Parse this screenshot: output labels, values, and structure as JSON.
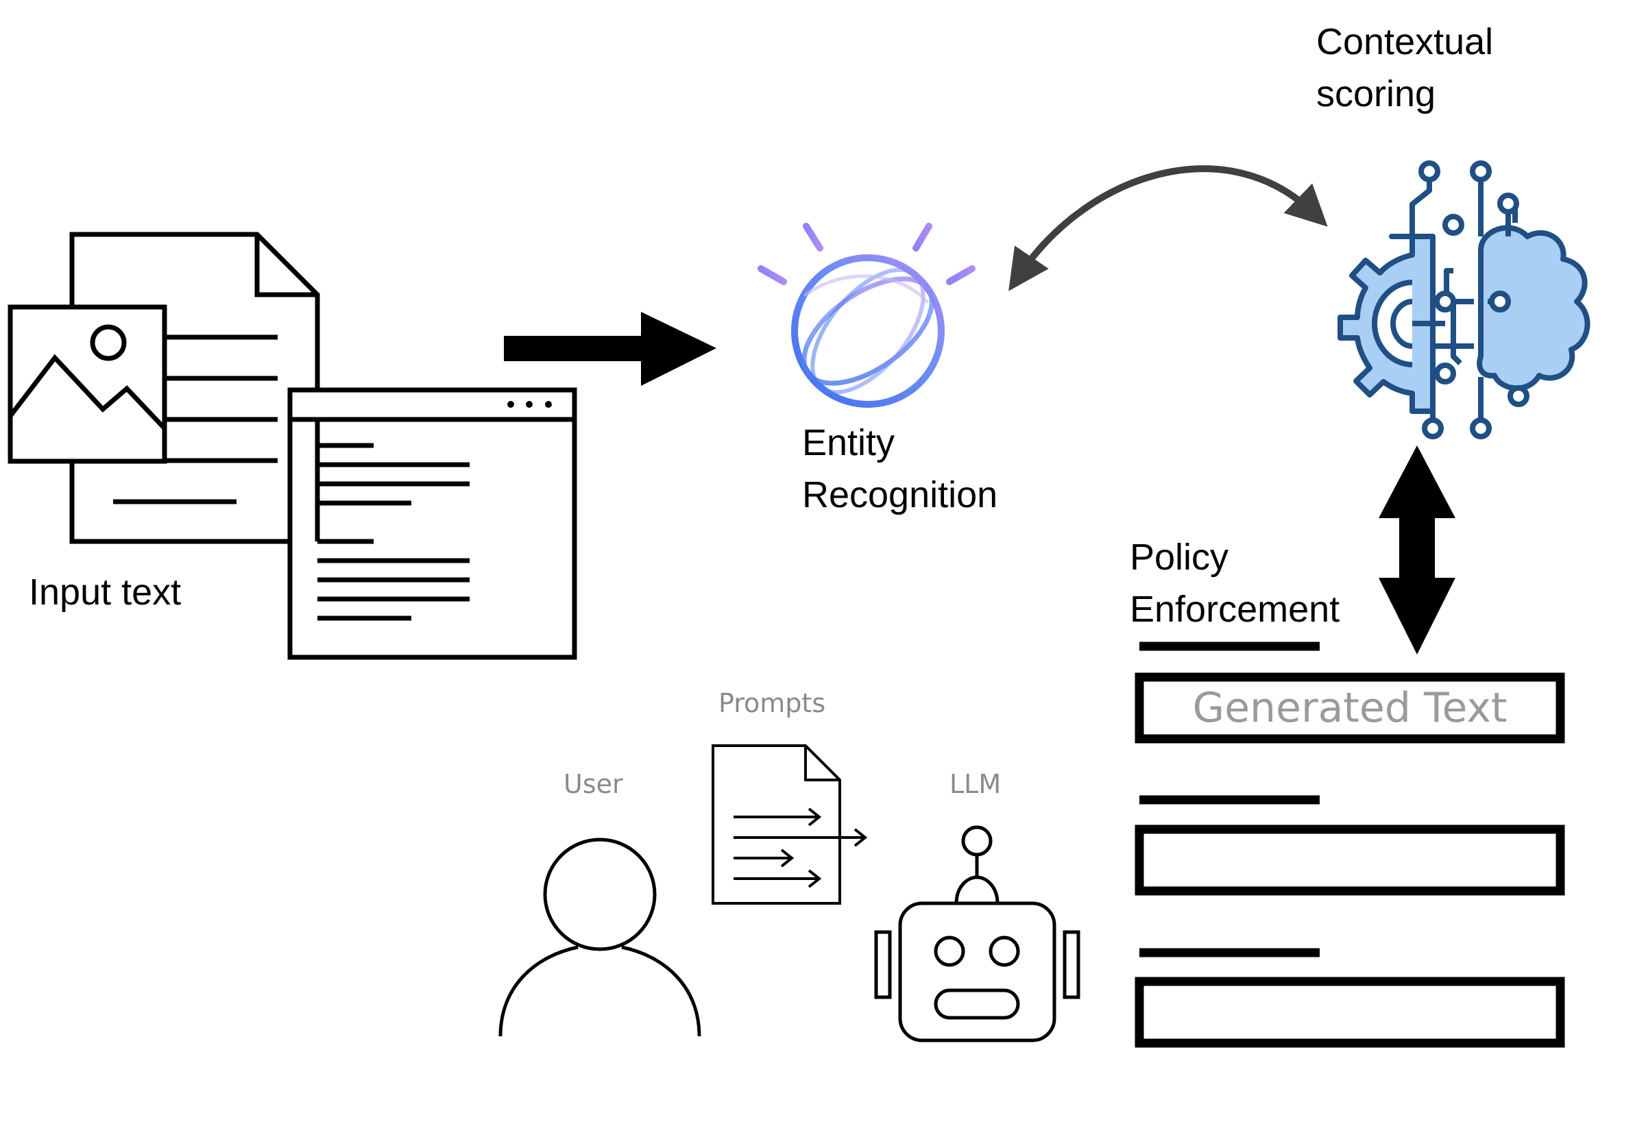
{
  "labels": {
    "input_text": "Input text",
    "entity_recognition": [
      "Entity",
      "Recognition"
    ],
    "contextual_scoring": [
      "Contextual",
      "scoring"
    ],
    "policy_enforcement": [
      "Policy",
      "Enforcement"
    ],
    "generated_text": "Generated Text",
    "user": "User",
    "prompts": "Prompts",
    "llm": "LLM"
  },
  "icons": [
    "input-documents-icon",
    "entity-recognition-globe-icon",
    "contextual-scoring-ai-brain-icon",
    "user-icon",
    "prompt-document-icon",
    "llm-robot-icon"
  ],
  "colors": {
    "stroke": "#000000",
    "label_gray": "#8a8a8a",
    "entity_blue": "#4a7cf0",
    "entity_purple": "#a67cf3",
    "brain_fill": "#a9cff5",
    "brain_stroke": "#1f4f84",
    "curve_arrow": "#404040"
  }
}
